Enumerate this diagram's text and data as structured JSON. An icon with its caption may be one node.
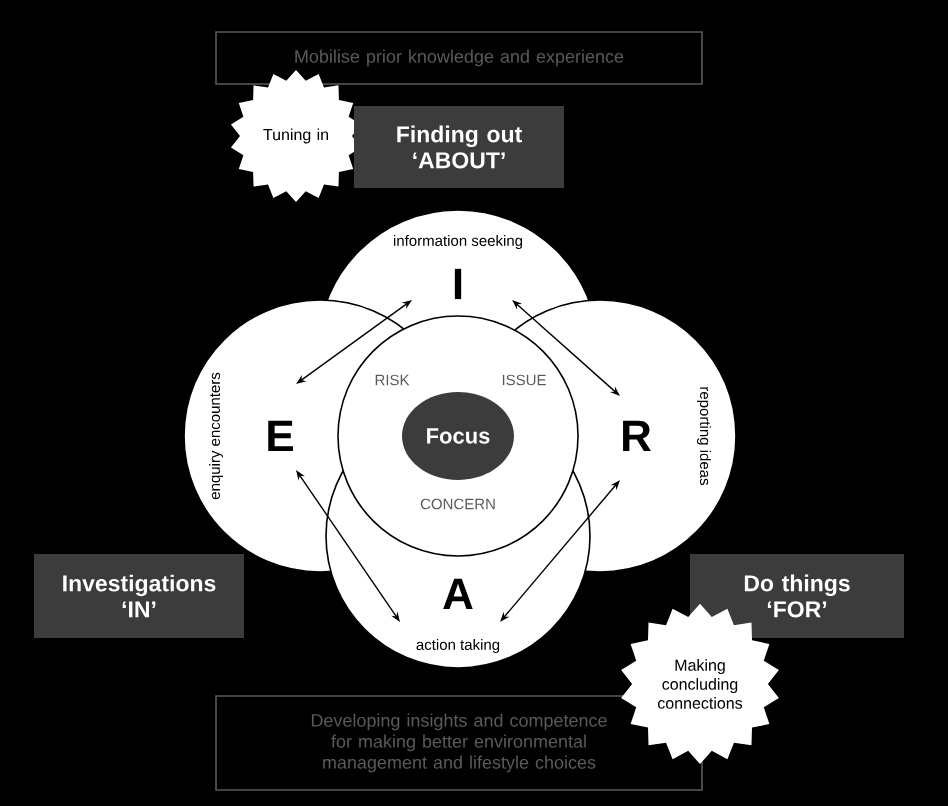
{
  "diagram": {
    "nodes": [
      {
        "text": [
          "Mobilise prior knowledge and experience"
        ]
      },
      {
        "text": [
          "Tuning in"
        ]
      },
      {
        "text": [
          "Finding out ‘ABOUT’"
        ]
      },
      {
        "text": [
          "information seeking",
          "I"
        ]
      },
      {
        "text": [
          "E",
          "enquiry encounters"
        ]
      },
      {
        "text": [
          "R",
          "reporting ideas"
        ]
      },
      {
        "text": [
          "A",
          "action taking"
        ]
      },
      {
        "text": [
          "RISK",
          "ISSUE",
          "CONCERN"
        ]
      },
      {
        "text": [
          "Focus"
        ]
      },
      {
        "text": [
          "Investigations ‘IN’"
        ]
      },
      {
        "text": [
          "Do things ‘FOR’"
        ]
      },
      {
        "text": [
          "Making concluding connections"
        ]
      },
      {
        "text": [
          "Developing insights and competence for making better environmental management and lifestyle choices"
        ]
      }
    ],
    "edges": [
      {
        "from": 3,
        "to": 4,
        "arrow": "both"
      },
      {
        "from": 3,
        "to": 5,
        "arrow": "both"
      },
      {
        "from": 4,
        "to": 6,
        "arrow": "both"
      },
      {
        "from": 5,
        "to": 6,
        "arrow": "both"
      }
    ]
  }
}
